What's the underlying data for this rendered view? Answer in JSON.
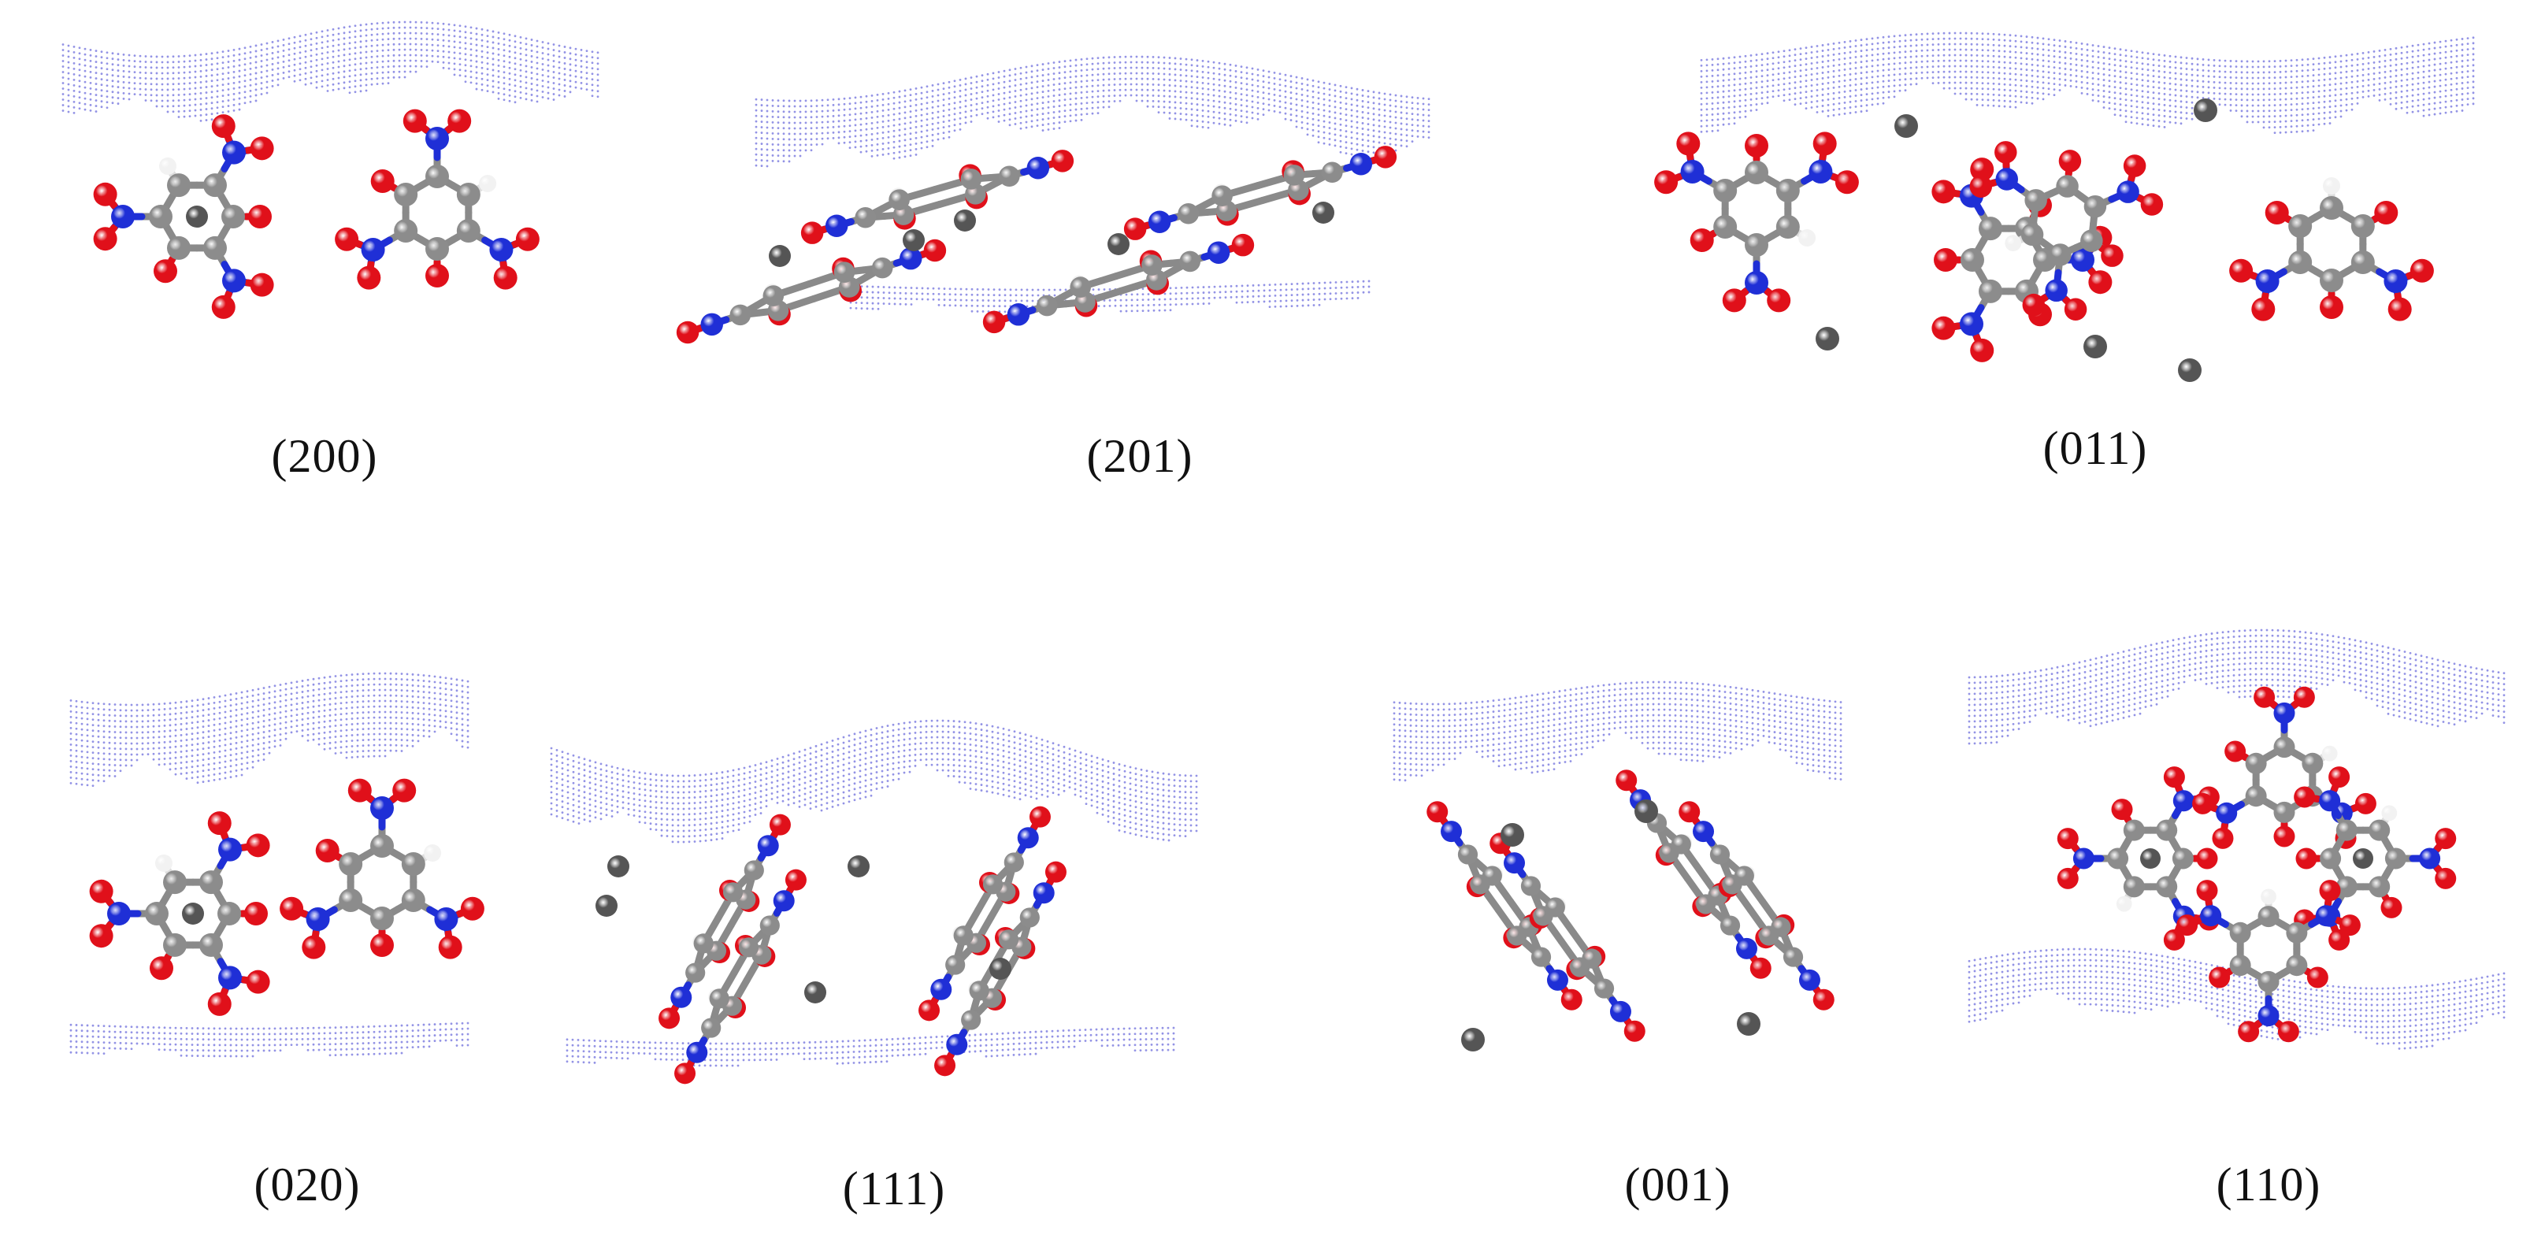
{
  "figure": {
    "panels": [
      {
        "label": "(200)"
      },
      {
        "label": "(201)"
      },
      {
        "label": "(011)"
      },
      {
        "label": "(020)"
      },
      {
        "label": "(111)"
      },
      {
        "label": "(001)"
      },
      {
        "label": "(110)"
      }
    ]
  },
  "colors": {
    "carbon": "#8c8c8c",
    "oxygen": "#e0101a",
    "nitrogen": "#1f2fd6",
    "hydrogen": "#f2f2f2",
    "ion": "#555555",
    "bond": "#8a8a8a",
    "surface": "#3b3bd0"
  }
}
